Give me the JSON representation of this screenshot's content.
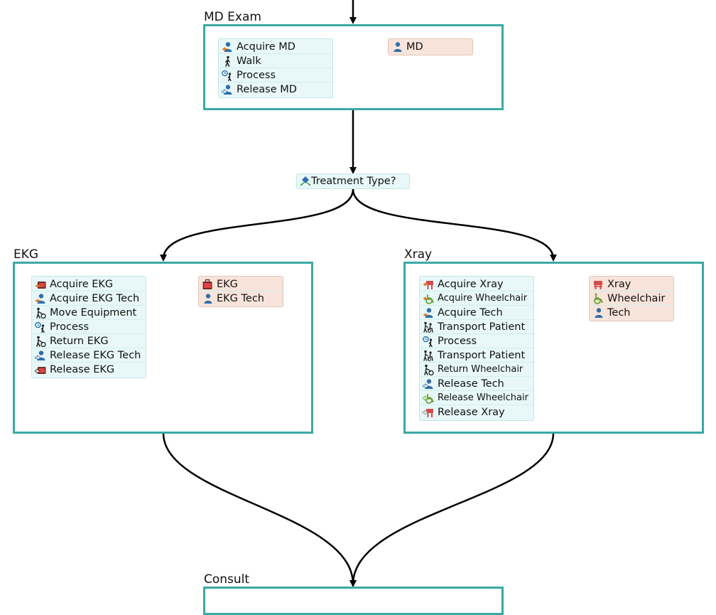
{
  "md_exam": {
    "title": "MD Exam",
    "steps": [
      {
        "label": "Acquire MD",
        "icon": "acquire-person-icon"
      },
      {
        "label": "Walk",
        "icon": "walk-icon"
      },
      {
        "label": "Process",
        "icon": "process-icon"
      },
      {
        "label": "Release MD",
        "icon": "release-person-icon"
      }
    ],
    "resources": [
      {
        "label": "MD",
        "icon": "person-icon"
      }
    ]
  },
  "decision": {
    "label": "Treatment Type?",
    "icon": "decision-icon"
  },
  "ekg": {
    "title": "EKG",
    "steps": [
      {
        "label": "Acquire EKG",
        "icon": "acquire-equipment-icon"
      },
      {
        "label": "Acquire EKG Tech",
        "icon": "acquire-person-icon"
      },
      {
        "label": "Move Equipment",
        "icon": "move-equipment-icon"
      },
      {
        "label": "Process",
        "icon": "process-icon"
      },
      {
        "label": "Return EKG",
        "icon": "move-equipment-icon"
      },
      {
        "label": "Release EKG Tech",
        "icon": "release-person-icon"
      },
      {
        "label": "Release EKG",
        "icon": "release-equipment-icon"
      }
    ],
    "resources": [
      {
        "label": "EKG",
        "icon": "equipment-icon"
      },
      {
        "label": "EKG Tech",
        "icon": "person-icon"
      }
    ]
  },
  "xray": {
    "title": "Xray",
    "steps": [
      {
        "label": "Acquire Xray",
        "icon": "acquire-xray-icon"
      },
      {
        "label": "Acquire Wheelchair",
        "icon": "acquire-wheelchair-icon"
      },
      {
        "label": "Acquire Tech",
        "icon": "acquire-person-icon"
      },
      {
        "label": "Transport Patient",
        "icon": "transport-patient-icon"
      },
      {
        "label": "Process",
        "icon": "process-icon"
      },
      {
        "label": "Transport Patient",
        "icon": "transport-patient-icon"
      },
      {
        "label": "Return Wheelchair",
        "icon": "move-equipment-icon"
      },
      {
        "label": "Release Tech",
        "icon": "release-person-icon"
      },
      {
        "label": "Release Wheelchair",
        "icon": "release-wheelchair-icon"
      },
      {
        "label": "Release Xray",
        "icon": "release-xray-icon"
      }
    ],
    "resources": [
      {
        "label": "Xray",
        "icon": "xray-icon"
      },
      {
        "label": "Wheelchair",
        "icon": "wheelchair-icon"
      },
      {
        "label": "Tech",
        "icon": "person-icon"
      }
    ]
  },
  "consult": {
    "title": "Consult"
  },
  "colors": {
    "block_border": "#3aa9a4",
    "list_bg": "#e8f8f8",
    "resource_bg": "#f8e4da",
    "edge": "#000000"
  }
}
